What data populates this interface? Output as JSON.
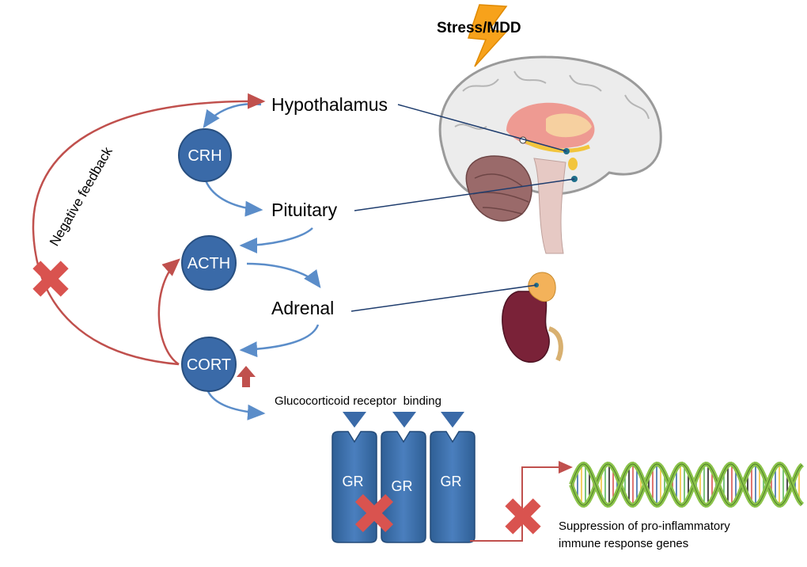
{
  "stress_label": "Stress/MDD",
  "organs": {
    "hypothalamus": "Hypothalamus",
    "pituitary": "Pituitary",
    "adrenal": "Adrenal"
  },
  "hormones": {
    "crh": "CRH",
    "acth": "ACTH",
    "cort": "CORT"
  },
  "feedback_label": "Negative feedback",
  "gr_binding_label": "Glucocorticoid receptor  binding",
  "gr_labels": [
    "GR",
    "GR",
    "GR"
  ],
  "outcome_label_line1": "Suppression of pro-inflammatory",
  "outcome_label_line2": "immune response genes",
  "colors": {
    "node_blue": "#3a6aa8",
    "arrow_blue": "#5b8dc9",
    "arrow_red": "#c0504d",
    "cross_red": "#d9534f",
    "dna_green": "#8bc34a"
  }
}
